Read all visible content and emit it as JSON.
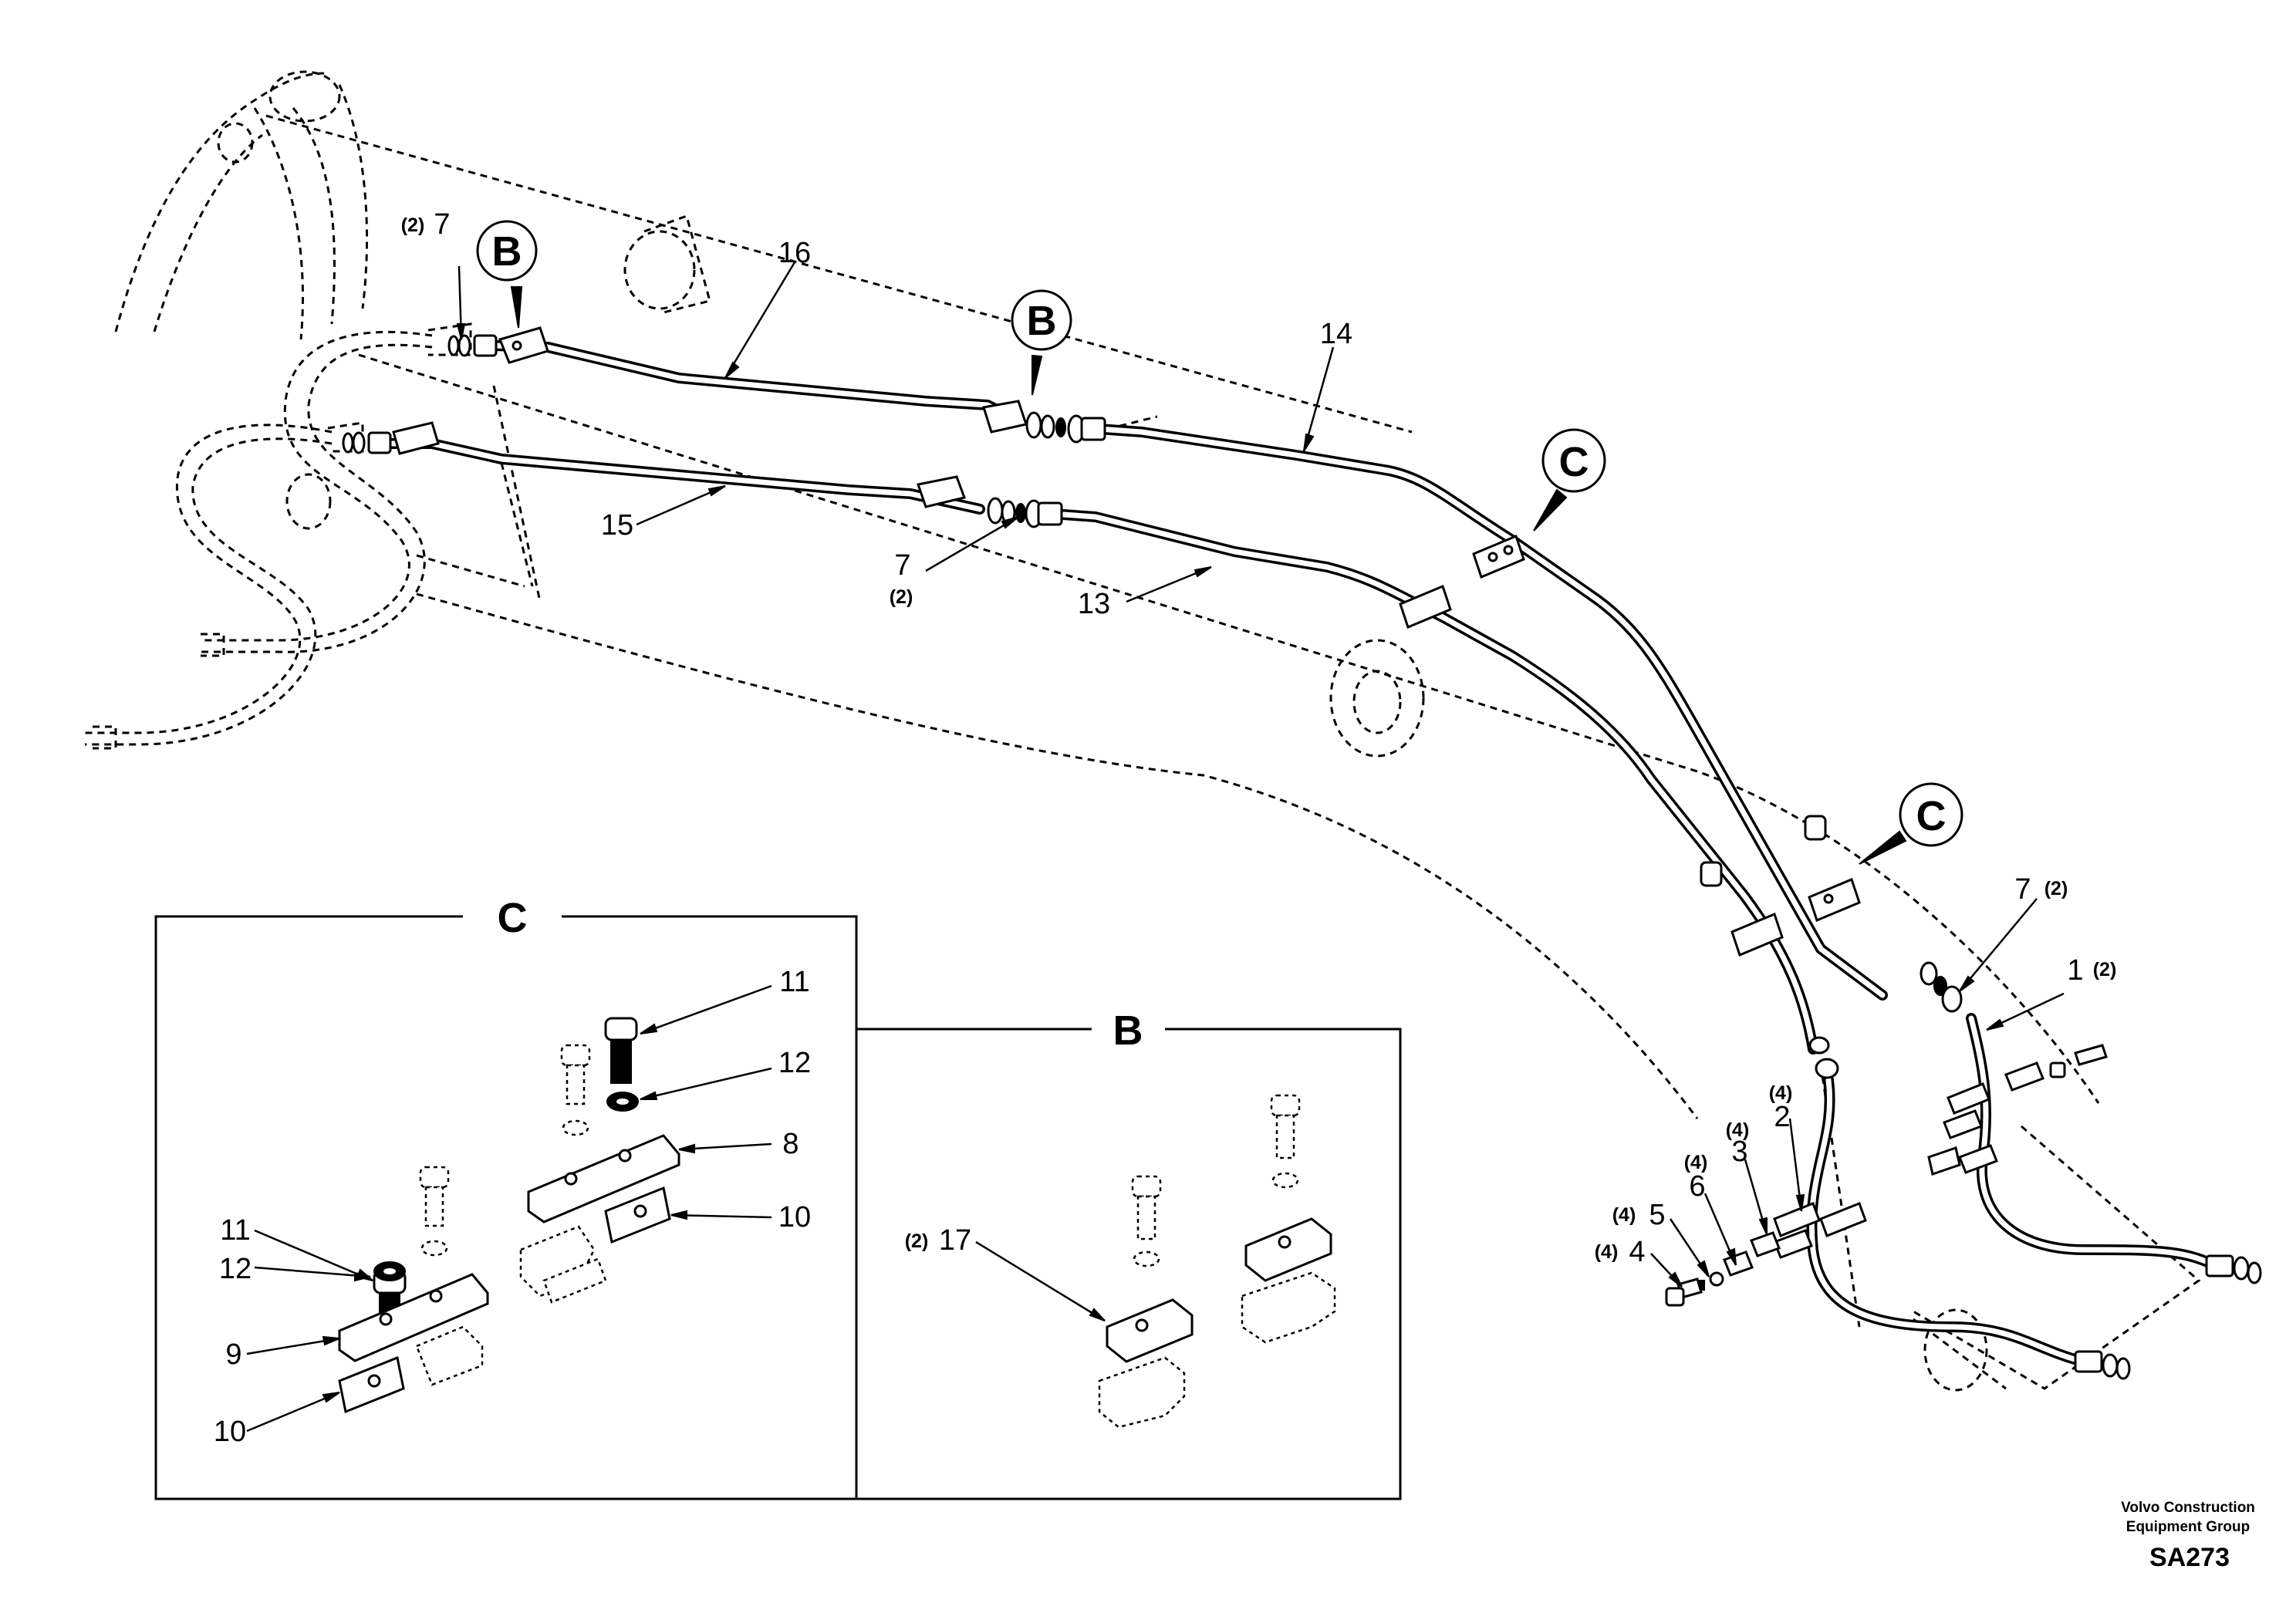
{
  "callouts": {
    "b": "B",
    "c": "C"
  },
  "detail_boxes": {
    "c_title": "C",
    "b_title": "B"
  },
  "labels": {
    "p16": "16",
    "p14": "14",
    "p15": "15",
    "p13": "13",
    "p7a": "7",
    "p7a_qty": "(2)",
    "p7b": "7",
    "p7b_qty": "(2)",
    "p7c": "7",
    "p7c_qty": "(2)",
    "p1": "1",
    "p1_qty": "(2)",
    "p2": "2",
    "p2_qty": "(4)",
    "p3": "3",
    "p3_qty": "(4)",
    "p6": "6",
    "p6_qty": "(4)",
    "p5": "5",
    "p5_qty": "(4)",
    "p4": "4",
    "p4_qty": "(4)",
    "c11a": "11",
    "c12a": "12",
    "c8": "8",
    "c10a": "10",
    "c11b": "11",
    "c12b": "12",
    "c9": "9",
    "c10b": "10",
    "b17": "17",
    "b17_qty": "(2)"
  },
  "credit": {
    "line1": "Volvo Construction",
    "line2": "Equipment Group",
    "code": "SA273"
  }
}
